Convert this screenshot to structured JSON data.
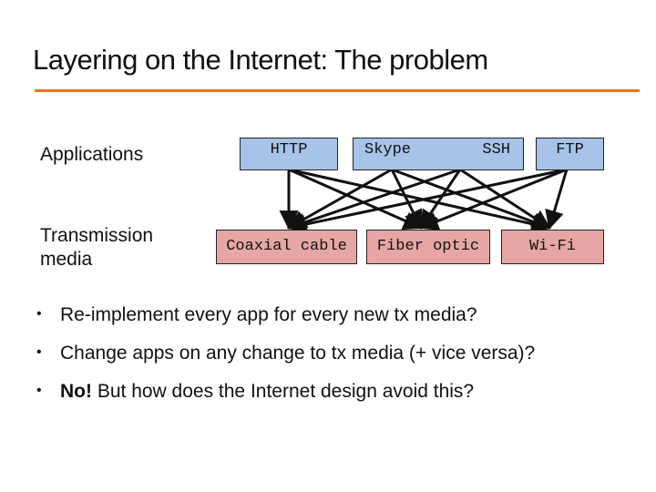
{
  "title": "Layering on the Internet: The problem",
  "colors": {
    "title_rule": "#e87722",
    "app_fill": "#a7c4e8",
    "media_fill": "#e7a6a6",
    "arrow": "#111111"
  },
  "diagram": {
    "app_row_label": "Applications",
    "media_row_label_line1": "Transmission",
    "media_row_label_line2": "media",
    "apps": [
      "HTTP",
      "Skype",
      "SSH",
      "FTP"
    ],
    "media": [
      "Coaxial cable",
      "Fiber optic",
      "Wi-Fi"
    ],
    "edges": "every application connects to every transmission medium"
  },
  "bullets": [
    {
      "bold": "",
      "text": "Re-implement every app for every new tx media?"
    },
    {
      "bold": "",
      "text": "Change apps on any change to tx media (+ vice versa)?"
    },
    {
      "bold": "No!",
      "text": " But how does the Internet design avoid this?"
    }
  ]
}
